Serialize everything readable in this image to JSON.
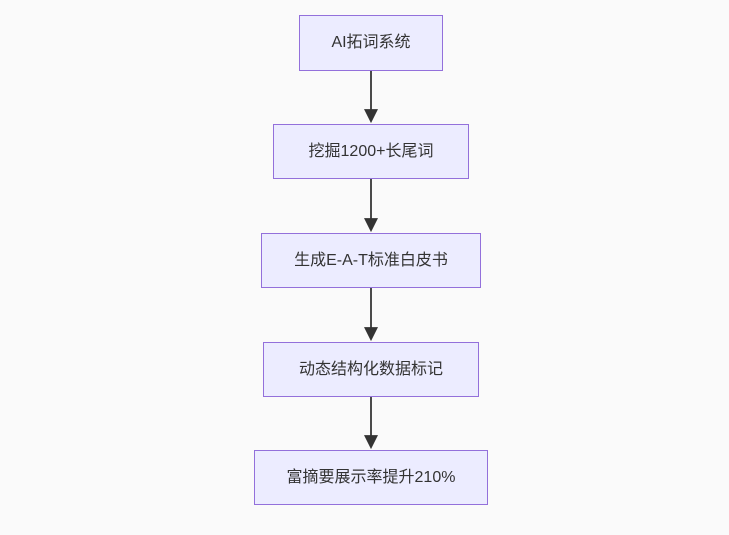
{
  "diagram": {
    "type": "flowchart-vertical",
    "nodes": [
      {
        "id": "step-1",
        "label": "AI拓词系统"
      },
      {
        "id": "step-2",
        "label": "挖掘1200+长尾词"
      },
      {
        "id": "step-3",
        "label": "生成E-A-T标准白皮书"
      },
      {
        "id": "step-4",
        "label": "动态结构化数据标记"
      },
      {
        "id": "step-5",
        "label": "富摘要展示率提升210%"
      }
    ],
    "edges": [
      {
        "from": "step-1",
        "to": "step-2"
      },
      {
        "from": "step-2",
        "to": "step-3"
      },
      {
        "from": "step-3",
        "to": "step-4"
      },
      {
        "from": "step-4",
        "to": "step-5"
      }
    ],
    "colors": {
      "node_fill": "#ECECFF",
      "node_border": "#9370DB",
      "edge": "#4a4a4a",
      "text": "#333333",
      "background": "#FAFAFA"
    }
  }
}
